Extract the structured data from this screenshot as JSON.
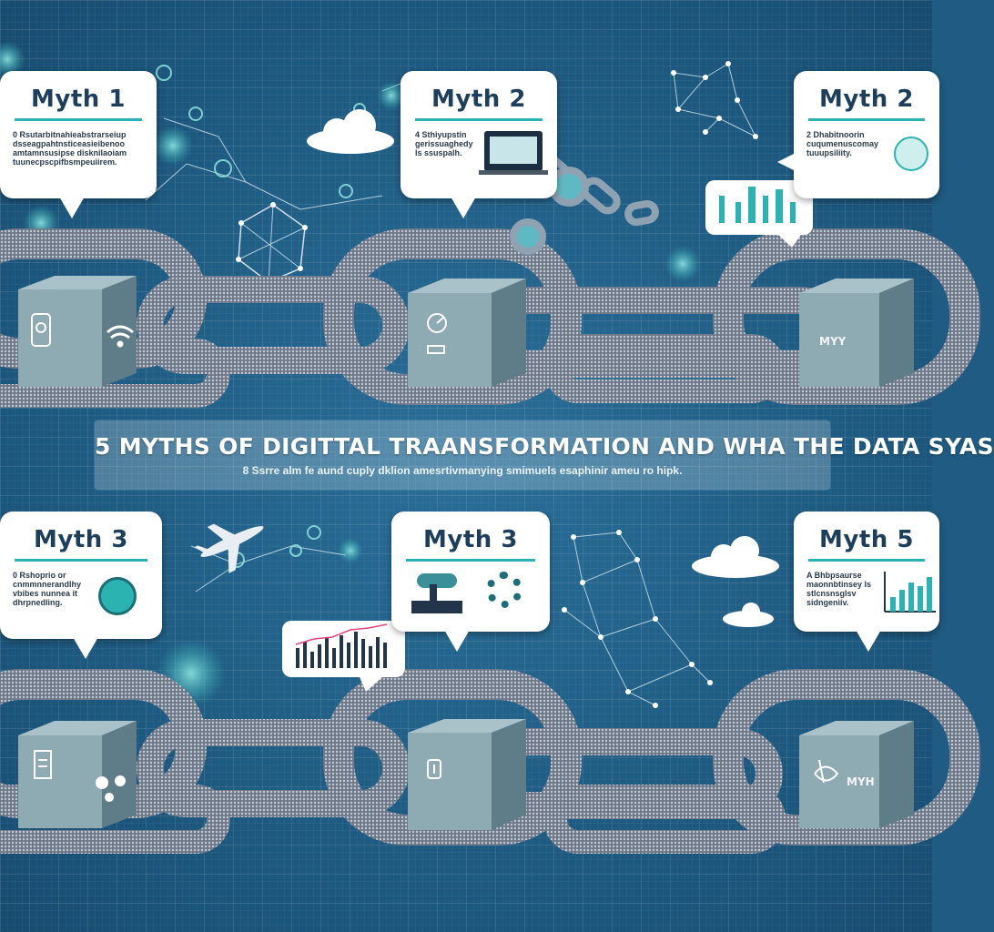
{
  "banner": {
    "title": "5 MYTHS OF DIGITTAL TRAANSFORMATION AND WHA THE DATA SYAS",
    "subtitle": "8 Ssrre alm fe aund cuply dklion amesrtivmanying smimuels esaphinir ameu ro hipk."
  },
  "myths": [
    {
      "title": "Myth 1",
      "text": "0 Rsutarbitnahieabstrarseiup dsseagpahtnsticeasieibenoo amtamnsusipse disknilaoiam tuunecpscpifbsmpeuiirem."
    },
    {
      "title": "Myth 2",
      "text": "4 Sthiyupstin gerissuaghedy ls ssuspalh."
    },
    {
      "title": "Myth 2",
      "text": "2 Dhabitnoorin cuqumenuscomay tuuupsiliity."
    },
    {
      "title": "Myth 3",
      "text": "0 Rshoprio or cnmmnnerandlhy vbibes nunnea it dhrpnedling."
    },
    {
      "title": "Myth 3",
      "text": ""
    },
    {
      "title": "Myth 5",
      "text": "A Bhbpsaurse maonnbtinsey ls stlcnsnsglsv sidngeniiv."
    }
  ],
  "cube_labels": [
    "MYY",
    "MYH"
  ],
  "colors": {
    "background": "#1f5b82",
    "accent": "#2ab3b1",
    "bubble": "#ffffff",
    "title_text": "#1d3f5c",
    "chain": "#8f99a8",
    "cube": "#7f9aa5"
  },
  "icons": [
    "wifi-icon",
    "gear-icon",
    "cloud-icon",
    "airplane-icon",
    "bar-chart-icon",
    "network-icon",
    "lightbulb-icon",
    "laptop-icon",
    "factory-icon"
  ]
}
